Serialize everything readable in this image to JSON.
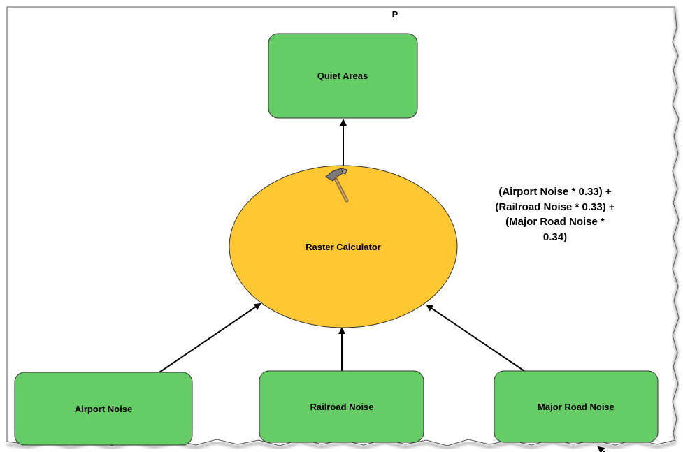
{
  "title": "P",
  "nodes": {
    "output": {
      "label": "Quiet Areas",
      "color": "#66cc66"
    },
    "tool": {
      "label": "Raster Calculator",
      "color": "#ffc832",
      "icon": "hammer-icon"
    },
    "inputs": [
      {
        "label": "Airport Noise",
        "color": "#66cc66"
      },
      {
        "label": "Railroad Noise",
        "color": "#66cc66"
      },
      {
        "label": "Major Road Noise",
        "color": "#66cc66"
      }
    ]
  },
  "annotation": {
    "lines": [
      "(Airport Noise * 0.33) +",
      "(Railroad Noise * 0.33) +",
      "(Major Road Noise *",
      "0.34)"
    ]
  },
  "colors": {
    "border": "#333333",
    "arrow": "#000000",
    "edge_shadow": "#b0b0b0"
  }
}
